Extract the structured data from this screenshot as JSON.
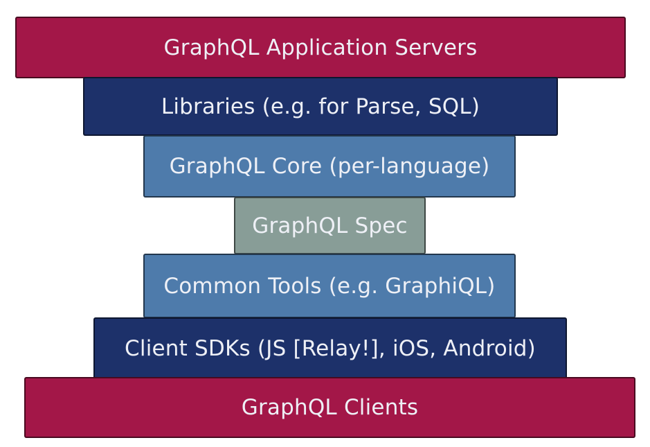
{
  "layers": [
    {
      "label": "GraphQL Application Servers",
      "color": "#a31748"
    },
    {
      "label": "Libraries (e.g. for Parse, SQL)",
      "color": "#1d316a"
    },
    {
      "label": "GraphQL Core (per-language)",
      "color": "#4e7bab"
    },
    {
      "label": "GraphQL Spec",
      "color": "#889d97"
    },
    {
      "label": "Common Tools (e.g. GraphiQL)",
      "color": "#4e7bab"
    },
    {
      "label": "Client SDKs (JS [Relay!], iOS, Android)",
      "color": "#1d316a"
    },
    {
      "label": "GraphQL Clients",
      "color": "#a31748"
    }
  ]
}
